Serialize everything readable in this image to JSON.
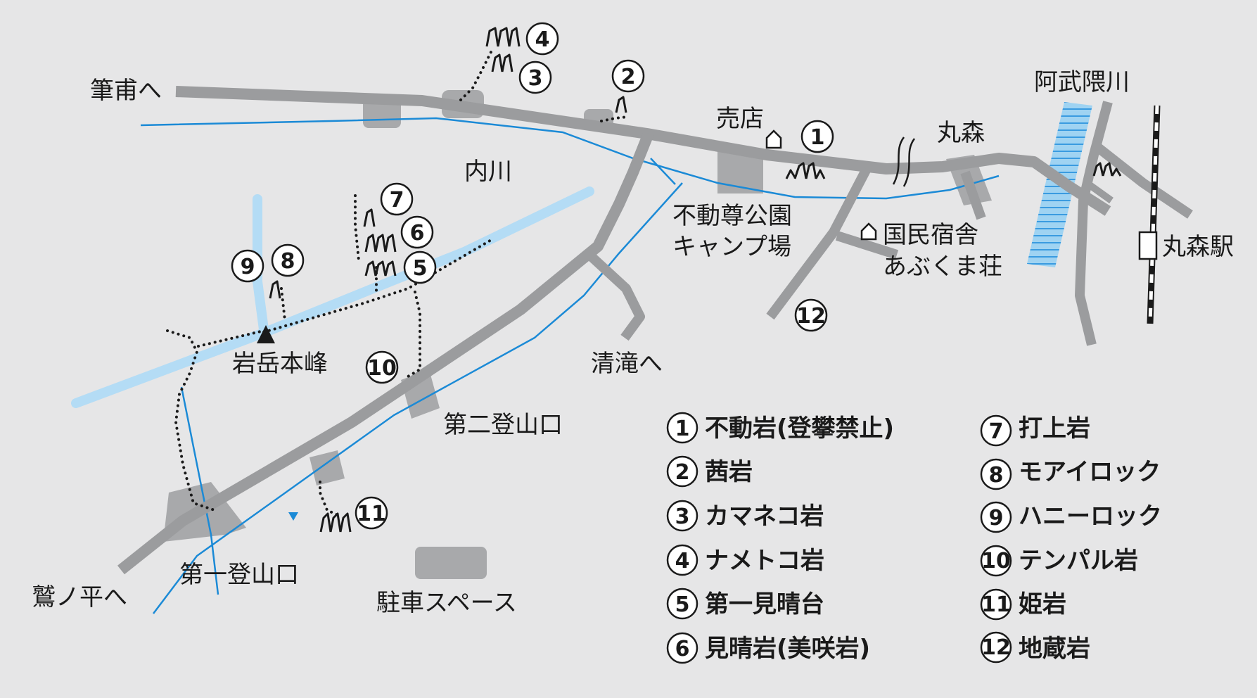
{
  "places": {
    "hikinoura": "筆甫へ",
    "uchikawa": "内川",
    "baiten": "売店",
    "marumori": "丸森",
    "abukuma_river": "阿武隈川",
    "fudoson_park": "不動尊公園",
    "camp": "キャンプ場",
    "kokumin_shukusha": "国民宿舎",
    "abukumaso": "あぶくま荘",
    "marumori_station": "丸森駅",
    "summit": "岩岳本峰",
    "kiyotaki": "清滝へ",
    "trailhead2": "第二登山口",
    "trailhead1": "第一登山口",
    "washinotaira": "鷲ノ平へ",
    "parking": "駐車スペース"
  },
  "markers": {
    "m1": "1",
    "m2": "2",
    "m3": "3",
    "m4": "4",
    "m5": "5",
    "m6": "6",
    "m7": "7",
    "m8": "8",
    "m9": "9",
    "m10": "10",
    "m11": "11",
    "m12": "12"
  },
  "legend": [
    {
      "num": "1",
      "name": "不動岩(登攀禁止)"
    },
    {
      "num": "2",
      "name": "茜岩"
    },
    {
      "num": "3",
      "name": "カマネコ岩"
    },
    {
      "num": "4",
      "name": "ナメトコ岩"
    },
    {
      "num": "5",
      "name": "第一見晴台"
    },
    {
      "num": "6",
      "name": "見晴岩(美咲岩)"
    },
    {
      "num": "7",
      "name": "打上岩"
    },
    {
      "num": "8",
      "name": "モアイロック"
    },
    {
      "num": "9",
      "name": "ハニーロック"
    },
    {
      "num": "10",
      "name": "テンパル岩"
    },
    {
      "num": "11",
      "name": "姫岩"
    },
    {
      "num": "12",
      "name": "地蔵岩"
    }
  ],
  "colors": {
    "background": "#e6e6e7",
    "road": "#9b9c9e",
    "river": "#1b8ad6",
    "ridge_river": "#b4dcf5",
    "parking": "#a8a9ab"
  }
}
